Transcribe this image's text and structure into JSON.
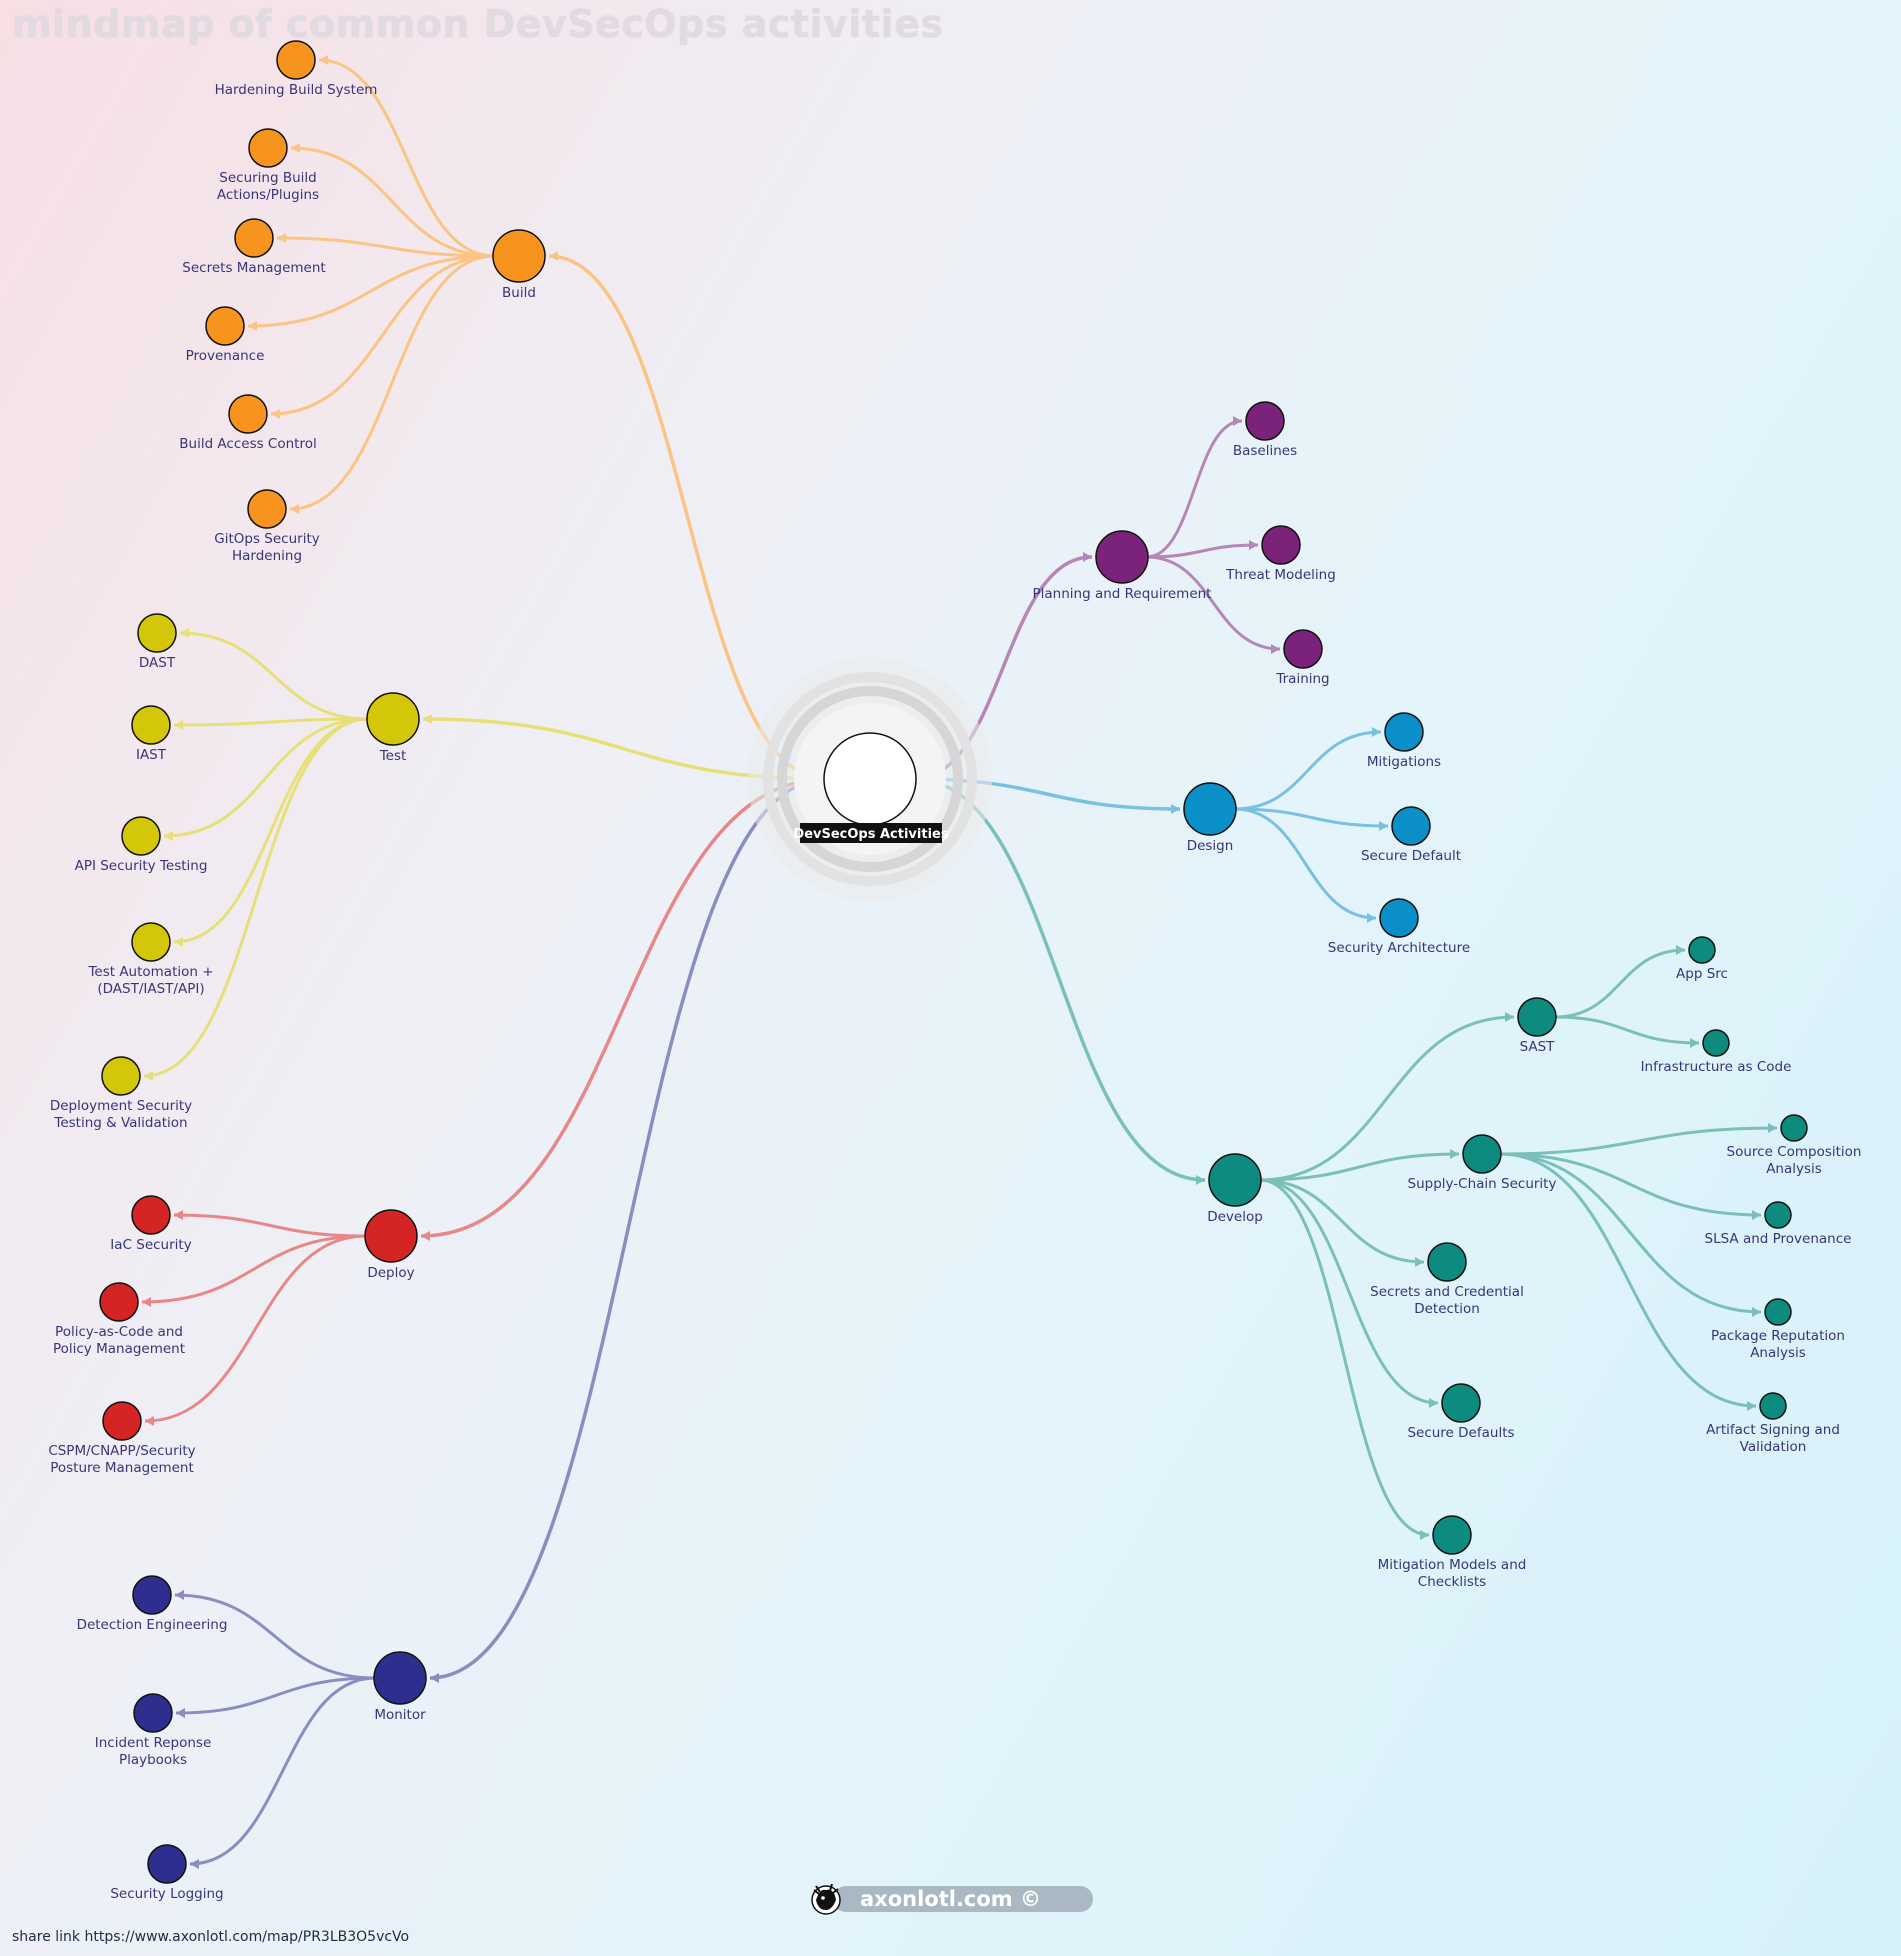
{
  "title": "mindmap of common DevSecOps activities",
  "share_link": "share link https://www.axonlotl.com/map/PR3LB3O5vcVo",
  "brand": "axonlotl.com ©",
  "colors": {
    "build": "#f7941d",
    "test": "#d4c70a",
    "deploy": "#d42424",
    "monitor": "#2e2e8e",
    "plan": "#7b237a",
    "design": "#0b8fc8",
    "develop": "#0d8b7e"
  },
  "center": {
    "id": "center",
    "label": "DevSecOps Activities"
  },
  "nodes": [
    {
      "id": "build",
      "label": "Build",
      "lines": [
        "Build"
      ],
      "parent": "center",
      "color": "#f7941d"
    },
    {
      "id": "b1",
      "label": "Hardening Build System",
      "lines": [
        "Hardening Build System"
      ],
      "parent": "build",
      "color": "#f7941d"
    },
    {
      "id": "b2",
      "label": "Securing Build Actions/Plugins",
      "lines": [
        "Securing Build",
        "Actions/Plugins"
      ],
      "parent": "build",
      "color": "#f7941d"
    },
    {
      "id": "b3",
      "label": "Secrets Management",
      "lines": [
        "Secrets Management"
      ],
      "parent": "build",
      "color": "#f7941d"
    },
    {
      "id": "b4",
      "label": "Provenance",
      "lines": [
        "Provenance"
      ],
      "parent": "build",
      "color": "#f7941d"
    },
    {
      "id": "b5",
      "label": "Build Access Control",
      "lines": [
        "Build Access Control"
      ],
      "parent": "build",
      "color": "#f7941d"
    },
    {
      "id": "b6",
      "label": "GitOps Security Hardening",
      "lines": [
        "GitOps Security",
        "Hardening"
      ],
      "parent": "build",
      "color": "#f7941d"
    },
    {
      "id": "test",
      "label": "Test",
      "lines": [
        "Test"
      ],
      "parent": "center",
      "color": "#d4c70a"
    },
    {
      "id": "t1",
      "label": "DAST",
      "lines": [
        "DAST"
      ],
      "parent": "test",
      "color": "#d4c70a"
    },
    {
      "id": "t2",
      "label": "IAST",
      "lines": [
        "IAST"
      ],
      "parent": "test",
      "color": "#d4c70a"
    },
    {
      "id": "t3",
      "label": "API Security Testing",
      "lines": [
        "API Security Testing"
      ],
      "parent": "test",
      "color": "#d4c70a"
    },
    {
      "id": "t4",
      "label": "Test Automation + (DAST/IAST/API)",
      "lines": [
        "Test Automation +",
        "(DAST/IAST/API)"
      ],
      "parent": "test",
      "color": "#d4c70a"
    },
    {
      "id": "t5",
      "label": "Deployment Security Testing & Validation",
      "lines": [
        "Deployment Security",
        "Testing & Validation"
      ],
      "parent": "test",
      "color": "#d4c70a"
    },
    {
      "id": "deploy",
      "label": "Deploy",
      "lines": [
        "Deploy"
      ],
      "parent": "center",
      "color": "#d42424"
    },
    {
      "id": "d1",
      "label": "IaC Security",
      "lines": [
        "IaC Security"
      ],
      "parent": "deploy",
      "color": "#d42424"
    },
    {
      "id": "d2",
      "label": "Policy-as-Code and Policy Management",
      "lines": [
        "Policy-as-Code and",
        "Policy Management"
      ],
      "parent": "deploy",
      "color": "#d42424"
    },
    {
      "id": "d3",
      "label": "CSPM/CNAPP/Security Posture Management",
      "lines": [
        "CSPM/CNAPP/Security",
        "Posture Management"
      ],
      "parent": "deploy",
      "color": "#d42424"
    },
    {
      "id": "monitor",
      "label": "Monitor",
      "lines": [
        "Monitor"
      ],
      "parent": "center",
      "color": "#2e2e8e"
    },
    {
      "id": "m1",
      "label": "Detection Engineering",
      "lines": [
        "Detection Engineering"
      ],
      "parent": "monitor",
      "color": "#2e2e8e"
    },
    {
      "id": "m2",
      "label": "Incident Reponse Playbooks",
      "lines": [
        "Incident Reponse",
        "Playbooks"
      ],
      "parent": "monitor",
      "color": "#2e2e8e"
    },
    {
      "id": "m3",
      "label": "Security Logging",
      "lines": [
        "Security Logging"
      ],
      "parent": "monitor",
      "color": "#2e2e8e"
    },
    {
      "id": "plan",
      "label": "Planning and Requirement",
      "lines": [
        "Planning and Requirement"
      ],
      "parent": "center",
      "color": "#7b237a"
    },
    {
      "id": "p1",
      "label": "Baselines",
      "lines": [
        "Baselines"
      ],
      "parent": "plan",
      "color": "#7b237a"
    },
    {
      "id": "p2",
      "label": "Threat Modeling",
      "lines": [
        "Threat Modeling"
      ],
      "parent": "plan",
      "color": "#7b237a"
    },
    {
      "id": "p3",
      "label": "Training",
      "lines": [
        "Training"
      ],
      "parent": "plan",
      "color": "#7b237a"
    },
    {
      "id": "design",
      "label": "Design",
      "lines": [
        "Design"
      ],
      "parent": "center",
      "color": "#0b8fc8"
    },
    {
      "id": "g1",
      "label": "Mitigations",
      "lines": [
        "Mitigations"
      ],
      "parent": "design",
      "color": "#0b8fc8"
    },
    {
      "id": "g2",
      "label": "Secure Default",
      "lines": [
        "Secure Default"
      ],
      "parent": "design",
      "color": "#0b8fc8"
    },
    {
      "id": "g3",
      "label": "Security Architecture",
      "lines": [
        "Security Architecture"
      ],
      "parent": "design",
      "color": "#0b8fc8"
    },
    {
      "id": "develop",
      "label": "Develop",
      "lines": [
        "Develop"
      ],
      "parent": "center",
      "color": "#0d8b7e"
    },
    {
      "id": "sast",
      "label": "SAST",
      "lines": [
        "SAST"
      ],
      "parent": "develop",
      "color": "#0d8b7e"
    },
    {
      "id": "s1",
      "label": "App Src",
      "lines": [
        "App Src"
      ],
      "parent": "sast",
      "color": "#0d8b7e"
    },
    {
      "id": "s2",
      "label": "Infrastructure as Code",
      "lines": [
        "Infrastructure as Code"
      ],
      "parent": "sast",
      "color": "#0d8b7e"
    },
    {
      "id": "supply",
      "label": "Supply-Chain Security",
      "lines": [
        "Supply-Chain Security"
      ],
      "parent": "develop",
      "color": "#0d8b7e"
    },
    {
      "id": "u1",
      "label": "Source Composition Analysis",
      "lines": [
        "Source Composition",
        "Analysis"
      ],
      "parent": "supply",
      "color": "#0d8b7e"
    },
    {
      "id": "u2",
      "label": "SLSA and Provenance",
      "lines": [
        "SLSA and Provenance"
      ],
      "parent": "supply",
      "color": "#0d8b7e"
    },
    {
      "id": "u3",
      "label": "Package Reputation Analysis",
      "lines": [
        "Package Reputation",
        "Analysis"
      ],
      "parent": "supply",
      "color": "#0d8b7e"
    },
    {
      "id": "u4",
      "label": "Artifact Signing and Validation",
      "lines": [
        "Artifact Signing and",
        "Validation"
      ],
      "parent": "supply",
      "color": "#0d8b7e"
    },
    {
      "id": "v1",
      "label": "Secrets and Credential Detection",
      "lines": [
        "Secrets and Credential",
        "Detection"
      ],
      "parent": "develop",
      "color": "#0d8b7e"
    },
    {
      "id": "v2",
      "label": "Secure Defaults",
      "lines": [
        "Secure Defaults"
      ],
      "parent": "develop",
      "color": "#0d8b7e"
    },
    {
      "id": "v3",
      "label": "Mitigation Models and Checklists",
      "lines": [
        "Mitigation Models and",
        "Checklists"
      ],
      "parent": "develop",
      "color": "#0d8b7e"
    }
  ]
}
